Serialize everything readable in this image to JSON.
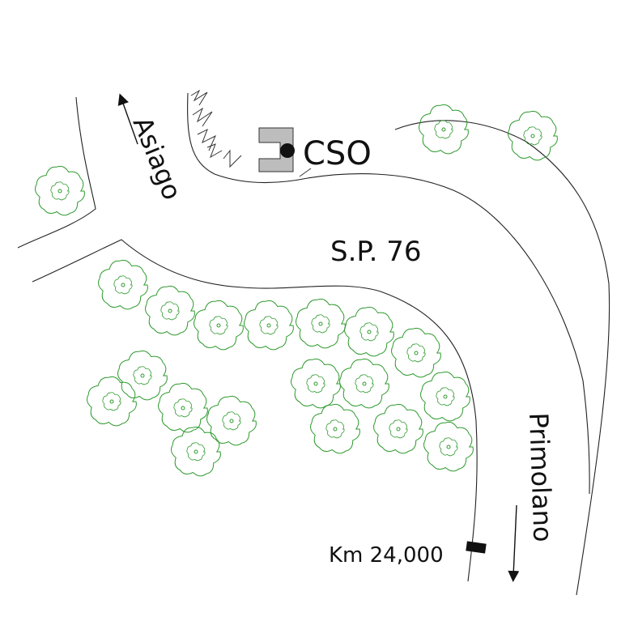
{
  "map": {
    "road_name": "S.P. 76",
    "station_label": "CSO",
    "kilometer_label": "Km 24,000",
    "direction_north_label": "Asiago",
    "direction_south_label": "Primolano",
    "colors": {
      "road": "#222222",
      "vegetation": "#2f9a2f",
      "station_fill": "#bdbdbd",
      "marker": "#111111"
    },
    "icons": [
      "tree-icon",
      "station-building-icon",
      "station-dot-icon",
      "km-marker-icon",
      "arrow-up-icon",
      "arrow-down-icon",
      "grass-icon"
    ]
  }
}
